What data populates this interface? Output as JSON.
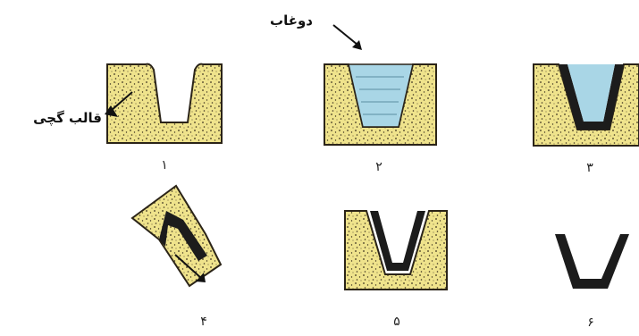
{
  "colors": {
    "plaster": "#efe38c",
    "plaster_edge": "#2b2418",
    "slip": "#a9d6e6",
    "clay": "#1c1c1c",
    "dots": "#3d3320"
  },
  "labels": {
    "slip_label": "دوغاب",
    "mold_label": "قالب گچی"
  },
  "steps": [
    {
      "number": "۱"
    },
    {
      "number": "۲"
    },
    {
      "number": "۳"
    },
    {
      "number": "۴"
    },
    {
      "number": "۵"
    },
    {
      "number": "۶"
    }
  ]
}
